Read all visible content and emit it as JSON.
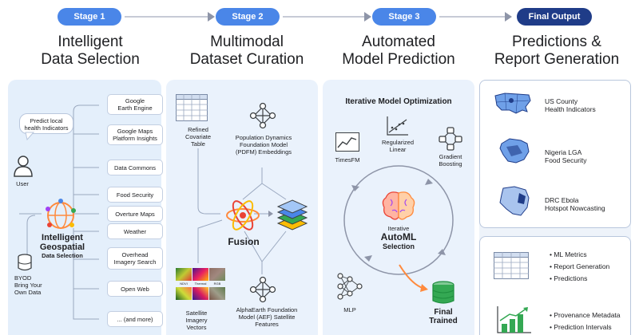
{
  "stages": [
    {
      "pill": "Stage 1",
      "title_line1": "Intelligent",
      "title_line2": "Data Selection"
    },
    {
      "pill": "Stage 2",
      "title_line1": "Multimodal",
      "title_line2": "Dataset Curation"
    },
    {
      "pill": "Stage 3",
      "title_line1": "Automated",
      "title_line2": "Model Prediction"
    },
    {
      "pill": "Final Output",
      "title_line1": "Predictions &",
      "title_line2": "Report Generation"
    }
  ],
  "stage1": {
    "bubble_line1": "Predict local",
    "bubble_line2": "health Indicators",
    "user_label": "User",
    "engine_line1": "Intelligent",
    "engine_line2": "Geospatial",
    "engine_line3": "Data Selection",
    "byod_line1": "BYOD",
    "byod_line2": "Bring Your",
    "byod_line3": "Own Data",
    "sources": [
      {
        "line1": "Google",
        "line2": "Earth Engine"
      },
      {
        "line1": "Google Maps",
        "line2": "Platform Insights"
      },
      {
        "line1": "Data Commons",
        "line2": ""
      },
      {
        "line1": "Food Security",
        "line2": ""
      },
      {
        "line1": "Overture Maps",
        "line2": ""
      },
      {
        "line1": "Weather",
        "line2": ""
      },
      {
        "line1": "Overhead",
        "line2": "Imagery Search"
      },
      {
        "line1": "Open Web",
        "line2": ""
      },
      {
        "line1": "... (and more)",
        "line2": ""
      }
    ]
  },
  "stage2": {
    "covariate_line1": "Refined",
    "covariate_line2": "Covariate",
    "covariate_line3": "Table",
    "pdfm_line1": "Population Dynamics",
    "pdfm_line2": "Foundation Model",
    "pdfm_line3": "(PDFM) Embeddings",
    "fusion": "Fusion",
    "sat_line1": "Satellite",
    "sat_line2": "Imagery",
    "sat_line3": "Vectors",
    "aef_line1": "AlphaEarth Foundation",
    "aef_line2": "Model (AEF) Satellite",
    "aef_line3": "Features",
    "tile_labels": [
      "NDVI",
      "Thermal",
      "RGB"
    ]
  },
  "stage3": {
    "heading": "Iterative Model Optimization",
    "timesfm": "TimesFM",
    "linear_line1": "Regularized",
    "linear_line2": "Linear",
    "boost_line1": "Gradient",
    "boost_line2": "Boosting",
    "automl_line1": "Iterative",
    "automl_line2": "AutoML",
    "automl_line3": "Selection",
    "mlp": "MLP",
    "final_line1": "Final",
    "final_line2": "Trained"
  },
  "output": {
    "maps": [
      {
        "line1": "US County",
        "line2": "Health Indicators"
      },
      {
        "line1": "Nigeria LGA",
        "line2": "Food Security"
      },
      {
        "line1": "DRC Ebola",
        "line2": "Hotspot Nowcasting"
      }
    ],
    "report_items": [
      "ML Metrics",
      "Report Generation",
      "Predictions"
    ],
    "meta_items": [
      "Provenance Metadata",
      "Prediction Intervals"
    ]
  },
  "colors": {
    "accent_blue": "#4a86e8",
    "navy": "#1f3c88",
    "panel_bg": "#e4effb",
    "green": "#34a853",
    "orange": "#ff8a3d"
  }
}
